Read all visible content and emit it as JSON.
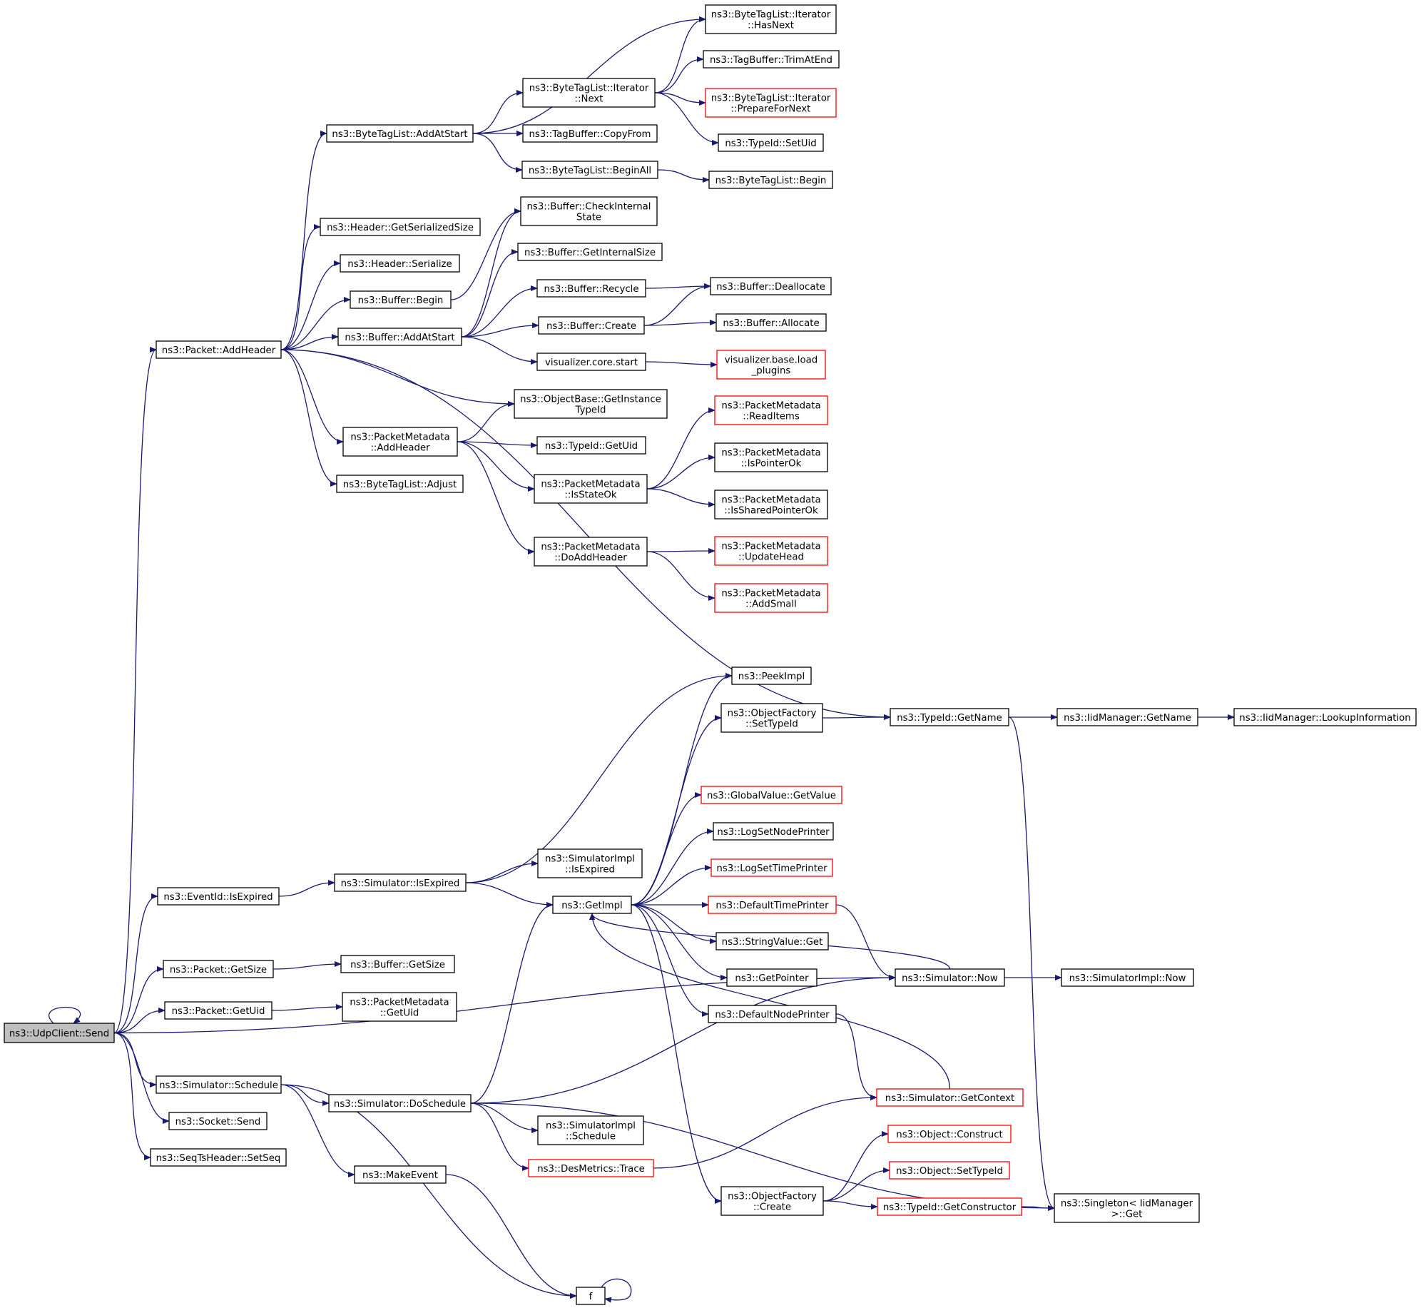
{
  "graph": {
    "edge_color": "#191970",
    "root_fill": "#bfbfbf",
    "truncated_border_color": "#ff0000",
    "nodes": [
      {
        "id": "udpclient_send",
        "lines": [
          "ns3::UdpClient::Send"
        ]
      },
      {
        "id": "packet_addheader",
        "lines": [
          "ns3::Packet::AddHeader"
        ]
      },
      {
        "id": "eventid_isexpired",
        "lines": [
          "ns3::EventId::IsExpired"
        ]
      },
      {
        "id": "packet_getsize",
        "lines": [
          "ns3::Packet::GetSize"
        ]
      },
      {
        "id": "packet_getuid",
        "lines": [
          "ns3::Packet::GetUid"
        ]
      },
      {
        "id": "simulator_schedule",
        "lines": [
          "ns3::Simulator::Schedule"
        ]
      },
      {
        "id": "socket_send",
        "lines": [
          "ns3::Socket::Send"
        ]
      },
      {
        "id": "seqtsheader_setseq",
        "lines": [
          "ns3::SeqTsHeader::SetSeq"
        ]
      },
      {
        "id": "bytetaglist_addatstart",
        "lines": [
          "ns3::ByteTagList::AddAtStart"
        ]
      },
      {
        "id": "header_getserializedsize",
        "lines": [
          "ns3::Header::GetSerializedSize"
        ]
      },
      {
        "id": "header_serialize",
        "lines": [
          "ns3::Header::Serialize"
        ]
      },
      {
        "id": "buffer_begin",
        "lines": [
          "ns3::Buffer::Begin"
        ]
      },
      {
        "id": "buffer_addatstart",
        "lines": [
          "ns3::Buffer::AddAtStart"
        ]
      },
      {
        "id": "packetmetadata_addheader",
        "lines": [
          "ns3::PacketMetadata",
          "::AddHeader"
        ]
      },
      {
        "id": "bytetaglist_adjust",
        "lines": [
          "ns3::ByteTagList::Adjust"
        ]
      },
      {
        "id": "bytetaglist_iterator_hasnext",
        "lines": [
          "ns3::ByteTagList::Iterator",
          "::HasNext"
        ]
      },
      {
        "id": "bytetaglist_iterator_next",
        "lines": [
          "ns3::ByteTagList::Iterator",
          "::Next"
        ]
      },
      {
        "id": "tagbuffer_trimatend",
        "lines": [
          "ns3::TagBuffer::TrimAtEnd"
        ]
      },
      {
        "id": "bytetaglist_iterator_preparefornext",
        "lines": [
          "ns3::ByteTagList::Iterator",
          "::PrepareForNext"
        ],
        "red": true
      },
      {
        "id": "tagbuffer_copyfrom",
        "lines": [
          "ns3::TagBuffer::CopyFrom"
        ]
      },
      {
        "id": "typeid_setuid",
        "lines": [
          "ns3::TypeId::SetUid"
        ]
      },
      {
        "id": "bytetaglist_beginall",
        "lines": [
          "ns3::ByteTagList::BeginAll"
        ]
      },
      {
        "id": "bytetaglist_begin",
        "lines": [
          "ns3::ByteTagList::Begin"
        ]
      },
      {
        "id": "buffer_checkinternalstate",
        "lines": [
          "ns3::Buffer::CheckInternal",
          "State"
        ]
      },
      {
        "id": "buffer_getinternalsize",
        "lines": [
          "ns3::Buffer::GetInternalSize"
        ]
      },
      {
        "id": "buffer_recycle",
        "lines": [
          "ns3::Buffer::Recycle"
        ]
      },
      {
        "id": "buffer_deallocate",
        "lines": [
          "ns3::Buffer::Deallocate"
        ]
      },
      {
        "id": "buffer_create",
        "lines": [
          "ns3::Buffer::Create"
        ]
      },
      {
        "id": "buffer_allocate",
        "lines": [
          "ns3::Buffer::Allocate"
        ]
      },
      {
        "id": "visualizer_core_start",
        "lines": [
          "visualizer.core.start"
        ]
      },
      {
        "id": "visualizer_base_load_plugins",
        "lines": [
          "visualizer.base.load",
          "_plugins"
        ],
        "red": true
      },
      {
        "id": "objectbase_getinstancetypeid",
        "lines": [
          "ns3::ObjectBase::GetInstance",
          "TypeId"
        ]
      },
      {
        "id": "typeid_getuid",
        "lines": [
          "ns3::TypeId::GetUid"
        ]
      },
      {
        "id": "packetmetadata_isstateok",
        "lines": [
          "ns3::PacketMetadata",
          "::IsStateOk"
        ]
      },
      {
        "id": "packetmetadata_readitems",
        "lines": [
          "ns3::PacketMetadata",
          "::ReadItems"
        ],
        "red": true
      },
      {
        "id": "packetmetadata_ispointerok",
        "lines": [
          "ns3::PacketMetadata",
          "::IsPointerOk"
        ]
      },
      {
        "id": "packetmetadata_issharedpointerok",
        "lines": [
          "ns3::PacketMetadata",
          "::IsSharedPointerOk"
        ]
      },
      {
        "id": "packetmetadata_doaddheader",
        "lines": [
          "ns3::PacketMetadata",
          "::DoAddHeader"
        ]
      },
      {
        "id": "packetmetadata_updatehead",
        "lines": [
          "ns3::PacketMetadata",
          "::UpdateHead"
        ],
        "red": true
      },
      {
        "id": "packetmetadata_addsmall",
        "lines": [
          "ns3::PacketMetadata",
          "::AddSmall"
        ],
        "red": true
      },
      {
        "id": "peekimpl",
        "lines": [
          "ns3::PeekImpl"
        ]
      },
      {
        "id": "objectfactory_settypeid",
        "lines": [
          "ns3::ObjectFactory",
          "::SetTypeId"
        ]
      },
      {
        "id": "typeid_getname",
        "lines": [
          "ns3::TypeId::GetName"
        ]
      },
      {
        "id": "iidmanager_getname",
        "lines": [
          "ns3::IidManager::GetName"
        ]
      },
      {
        "id": "iidmanager_lookupinformation",
        "lines": [
          "ns3::IidManager::LookupInformation"
        ]
      },
      {
        "id": "globalvalue_getvalue",
        "lines": [
          "ns3::GlobalValue::GetValue"
        ],
        "red": true
      },
      {
        "id": "logsetnodeprinter",
        "lines": [
          "ns3::LogSetNodePrinter"
        ]
      },
      {
        "id": "simulator_isexpired",
        "lines": [
          "ns3::Simulator::IsExpired"
        ]
      },
      {
        "id": "simulatorimpl_isexpired",
        "lines": [
          "ns3::SimulatorImpl",
          "::IsExpired"
        ]
      },
      {
        "id": "logsettimeprinter",
        "lines": [
          "ns3::LogSetTimePrinter"
        ],
        "red": true
      },
      {
        "id": "getimpl",
        "lines": [
          "ns3::GetImpl"
        ]
      },
      {
        "id": "defaulttimeprinter",
        "lines": [
          "ns3::DefaultTimePrinter"
        ],
        "red": true
      },
      {
        "id": "stringvalue_get",
        "lines": [
          "ns3::StringValue::Get"
        ]
      },
      {
        "id": "buffer_getsize",
        "lines": [
          "ns3::Buffer::GetSize"
        ]
      },
      {
        "id": "getpointer",
        "lines": [
          "ns3::GetPointer"
        ]
      },
      {
        "id": "simulator_now",
        "lines": [
          "ns3::Simulator::Now"
        ]
      },
      {
        "id": "simulatorimpl_now",
        "lines": [
          "ns3::SimulatorImpl::Now"
        ]
      },
      {
        "id": "packetmetadata_getuid",
        "lines": [
          "ns3::PacketMetadata",
          "::GetUid"
        ]
      },
      {
        "id": "defaultnodeprinter",
        "lines": [
          "ns3::DefaultNodePrinter"
        ]
      },
      {
        "id": "simulator_getcontext",
        "lines": [
          "ns3::Simulator::GetContext"
        ],
        "red": true
      },
      {
        "id": "simulator_doschedule",
        "lines": [
          "ns3::Simulator::DoSchedule"
        ]
      },
      {
        "id": "simulatorimpl_schedule",
        "lines": [
          "ns3::SimulatorImpl",
          "::Schedule"
        ]
      },
      {
        "id": "object_construct",
        "lines": [
          "ns3::Object::Construct"
        ],
        "red": true
      },
      {
        "id": "desmetrics_trace",
        "lines": [
          "ns3::DesMetrics::Trace"
        ],
        "red": true
      },
      {
        "id": "object_settypeid",
        "lines": [
          "ns3::Object::SetTypeId"
        ],
        "red": true
      },
      {
        "id": "makeevent",
        "lines": [
          "ns3::MakeEvent"
        ]
      },
      {
        "id": "objectfactory_create",
        "lines": [
          "ns3::ObjectFactory",
          "::Create"
        ]
      },
      {
        "id": "typeid_getconstructor",
        "lines": [
          "ns3::TypeId::GetConstructor"
        ],
        "red": true
      },
      {
        "id": "singleton_iidmanager_get",
        "lines": [
          "ns3::Singleton< IidManager",
          ">::Get"
        ]
      },
      {
        "id": "f",
        "lines": [
          "f"
        ]
      }
    ],
    "edges": [
      [
        "udpclient_send",
        "packet_addheader"
      ],
      [
        "udpclient_send",
        "eventid_isexpired"
      ],
      [
        "udpclient_send",
        "packet_getsize"
      ],
      [
        "udpclient_send",
        "packet_getuid"
      ],
      [
        "udpclient_send",
        "simulator_schedule"
      ],
      [
        "udpclient_send",
        "socket_send"
      ],
      [
        "udpclient_send",
        "seqtsheader_setseq"
      ],
      [
        "udpclient_send",
        "simulator_now"
      ],
      [
        "udpclient_send",
        "udpclient_send"
      ],
      [
        "packet_addheader",
        "bytetaglist_addatstart"
      ],
      [
        "packet_addheader",
        "header_getserializedsize"
      ],
      [
        "packet_addheader",
        "header_serialize"
      ],
      [
        "packet_addheader",
        "buffer_begin"
      ],
      [
        "packet_addheader",
        "buffer_addatstart"
      ],
      [
        "packet_addheader",
        "objectbase_getinstancetypeid"
      ],
      [
        "packet_addheader",
        "packetmetadata_addheader"
      ],
      [
        "packet_addheader",
        "bytetaglist_adjust"
      ],
      [
        "packet_addheader",
        "typeid_getname"
      ],
      [
        "bytetaglist_addatstart",
        "bytetaglist_iterator_hasnext"
      ],
      [
        "bytetaglist_addatstart",
        "bytetaglist_iterator_next"
      ],
      [
        "bytetaglist_addatstart",
        "tagbuffer_copyfrom"
      ],
      [
        "bytetaglist_addatstart",
        "bytetaglist_beginall"
      ],
      [
        "bytetaglist_iterator_next",
        "bytetaglist_iterator_hasnext"
      ],
      [
        "bytetaglist_iterator_next",
        "tagbuffer_trimatend"
      ],
      [
        "bytetaglist_iterator_next",
        "bytetaglist_iterator_preparefornext"
      ],
      [
        "bytetaglist_iterator_next",
        "typeid_setuid"
      ],
      [
        "bytetaglist_beginall",
        "bytetaglist_begin"
      ],
      [
        "buffer_begin",
        "buffer_checkinternalstate"
      ],
      [
        "buffer_addatstart",
        "buffer_checkinternalstate"
      ],
      [
        "buffer_addatstart",
        "buffer_getinternalsize"
      ],
      [
        "buffer_addatstart",
        "buffer_recycle"
      ],
      [
        "buffer_addatstart",
        "buffer_create"
      ],
      [
        "buffer_addatstart",
        "visualizer_core_start"
      ],
      [
        "buffer_recycle",
        "buffer_deallocate"
      ],
      [
        "buffer_create",
        "buffer_deallocate"
      ],
      [
        "buffer_create",
        "buffer_allocate"
      ],
      [
        "visualizer_core_start",
        "visualizer_base_load_plugins"
      ],
      [
        "packetmetadata_addheader",
        "objectbase_getinstancetypeid"
      ],
      [
        "packetmetadata_addheader",
        "typeid_getuid"
      ],
      [
        "packetmetadata_addheader",
        "packetmetadata_isstateok"
      ],
      [
        "packetmetadata_addheader",
        "packetmetadata_doaddheader"
      ],
      [
        "packetmetadata_isstateok",
        "packetmetadata_readitems"
      ],
      [
        "packetmetadata_isstateok",
        "packetmetadata_ispointerok"
      ],
      [
        "packetmetadata_isstateok",
        "packetmetadata_issharedpointerok"
      ],
      [
        "packetmetadata_doaddheader",
        "packetmetadata_updatehead"
      ],
      [
        "packetmetadata_doaddheader",
        "packetmetadata_addsmall"
      ],
      [
        "eventid_isexpired",
        "simulator_isexpired"
      ],
      [
        "simulator_isexpired",
        "peekimpl"
      ],
      [
        "simulator_isexpired",
        "simulatorimpl_isexpired"
      ],
      [
        "simulator_isexpired",
        "getimpl"
      ],
      [
        "packet_getsize",
        "buffer_getsize"
      ],
      [
        "packet_getuid",
        "packetmetadata_getuid"
      ],
      [
        "getimpl",
        "peekimpl"
      ],
      [
        "getimpl",
        "objectfactory_settypeid"
      ],
      [
        "getimpl",
        "globalvalue_getvalue"
      ],
      [
        "getimpl",
        "logsetnodeprinter"
      ],
      [
        "getimpl",
        "logsettimeprinter"
      ],
      [
        "getimpl",
        "defaulttimeprinter"
      ],
      [
        "getimpl",
        "stringvalue_get"
      ],
      [
        "getimpl",
        "getpointer"
      ],
      [
        "getimpl",
        "defaultnodeprinter"
      ],
      [
        "getimpl",
        "objectfactory_create"
      ],
      [
        "simulator_now",
        "getimpl"
      ],
      [
        "simulator_now",
        "simulatorimpl_now"
      ],
      [
        "objectfactory_settypeid",
        "typeid_getname"
      ],
      [
        "typeid_getname",
        "iidmanager_getname"
      ],
      [
        "typeid_getname",
        "singleton_iidmanager_get"
      ],
      [
        "iidmanager_getname",
        "iidmanager_lookupinformation"
      ],
      [
        "defaulttimeprinter",
        "simulator_now"
      ],
      [
        "defaultnodeprinter",
        "simulator_getcontext"
      ],
      [
        "simulator_getcontext",
        "getimpl"
      ],
      [
        "simulator_schedule",
        "simulator_doschedule"
      ],
      [
        "simulator_schedule",
        "makeevent"
      ],
      [
        "simulator_schedule",
        "f"
      ],
      [
        "simulator_doschedule",
        "getimpl"
      ],
      [
        "simulator_doschedule",
        "simulator_now"
      ],
      [
        "simulator_doschedule",
        "simulatorimpl_schedule"
      ],
      [
        "simulator_doschedule",
        "desmetrics_trace"
      ],
      [
        "simulator_doschedule",
        "singleton_iidmanager_get"
      ],
      [
        "desmetrics_trace",
        "simulator_getcontext"
      ],
      [
        "makeevent",
        "f"
      ],
      [
        "objectfactory_create",
        "object_construct"
      ],
      [
        "objectfactory_create",
        "object_settypeid"
      ],
      [
        "objectfactory_create",
        "typeid_getconstructor"
      ],
      [
        "typeid_getconstructor",
        "singleton_iidmanager_get"
      ],
      [
        "f",
        "f"
      ]
    ]
  }
}
